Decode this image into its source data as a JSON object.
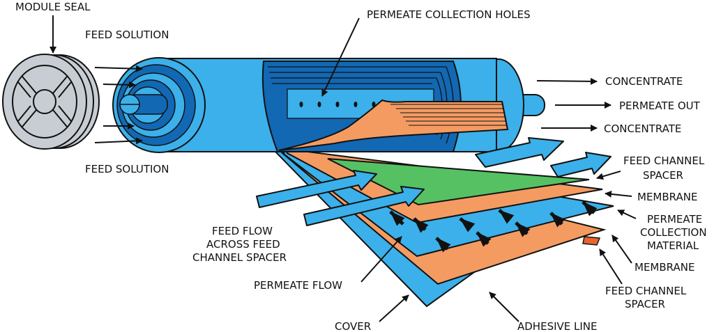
{
  "labels": {
    "module_seal": "MODULE SEAL",
    "feed_solution_top": "FEED SOLUTION",
    "feed_solution_bottom": "FEED SOLUTION",
    "permeate_collection_holes": "PERMEATE COLLECTION HOLES",
    "concentrate_top": "CONCENTRATE",
    "permeate_out": "PERMEATE OUT",
    "concentrate_bottom": "CONCENTRATE",
    "feed_channel_spacer_top_1": "FEED CHANNEL",
    "feed_channel_spacer_top_2": "SPACER",
    "membrane_top": "MEMBRANE",
    "permeate_collection_material_1": "PERMEATE",
    "permeate_collection_material_2": "COLLECTION",
    "permeate_collection_material_3": "MATERIAL",
    "membrane_bottom": "MEMBRANE",
    "feed_channel_spacer_bottom_1": "FEED CHANNEL",
    "feed_channel_spacer_bottom_2": "SPACER",
    "feed_flow_1": "FEED FLOW",
    "feed_flow_2": "ACROSS FEED",
    "feed_flow_3": "CHANNEL SPACER",
    "permeate_flow": "PERMEATE FLOW",
    "cover": "COVER",
    "adhesive_line": "ADHESIVE LINE"
  },
  "colors": {
    "light_blue": "#3bb0ea",
    "dark_blue": "#1268b3",
    "orange": "#f49b62",
    "green": "#55c163",
    "seal_gray": "#c7cdd3",
    "outline": "#111111"
  }
}
